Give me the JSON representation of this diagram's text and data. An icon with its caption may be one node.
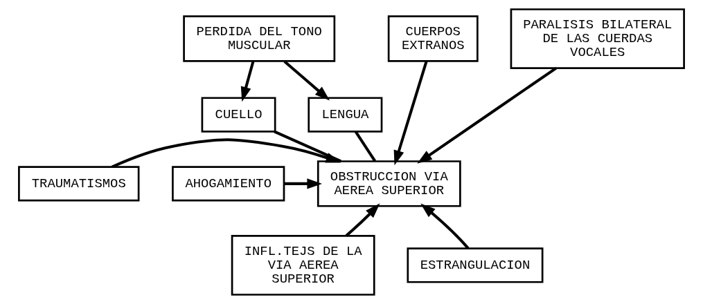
{
  "diagram": {
    "nodes": [
      {
        "text": [
          "PERDIDA DEL TONO MUSCULAR"
        ]
      },
      {
        "text": [
          "CUERPOS EXTRANOS"
        ]
      },
      {
        "text": [
          "PARALISIS BILATERAL DE LAS CUERDAS VOCALES"
        ]
      },
      {
        "text": [
          "CUELLO"
        ]
      },
      {
        "text": [
          "LENGUA"
        ]
      },
      {
        "text": [
          "OBSTRUCCION VIA AEREA SUPERIOR"
        ]
      },
      {
        "text": [
          "TRAUMATISMOS"
        ]
      },
      {
        "text": [
          "AHOGAMIENTO"
        ]
      },
      {
        "text": [
          "INFL.TEJS DE LA VIA AEREA SUPERIOR"
        ]
      },
      {
        "text": [
          "ESTRANGULACION"
        ]
      }
    ],
    "edges": [
      {
        "from": 0,
        "to": 3,
        "arrow": "to"
      },
      {
        "from": 0,
        "to": 4,
        "arrow": "to"
      },
      {
        "from": 3,
        "to": 5,
        "arrow": "none"
      },
      {
        "from": 4,
        "to": 5,
        "arrow": "none"
      },
      {
        "from": 1,
        "to": 5,
        "arrow": "to"
      },
      {
        "from": 2,
        "to": 5,
        "arrow": "to"
      },
      {
        "from": 6,
        "to": 5,
        "arrow": "to"
      },
      {
        "from": 7,
        "to": 5,
        "arrow": "to"
      },
      {
        "from": 8,
        "to": 5,
        "arrow": "to"
      },
      {
        "from": 9,
        "to": 5,
        "arrow": "to"
      }
    ]
  }
}
